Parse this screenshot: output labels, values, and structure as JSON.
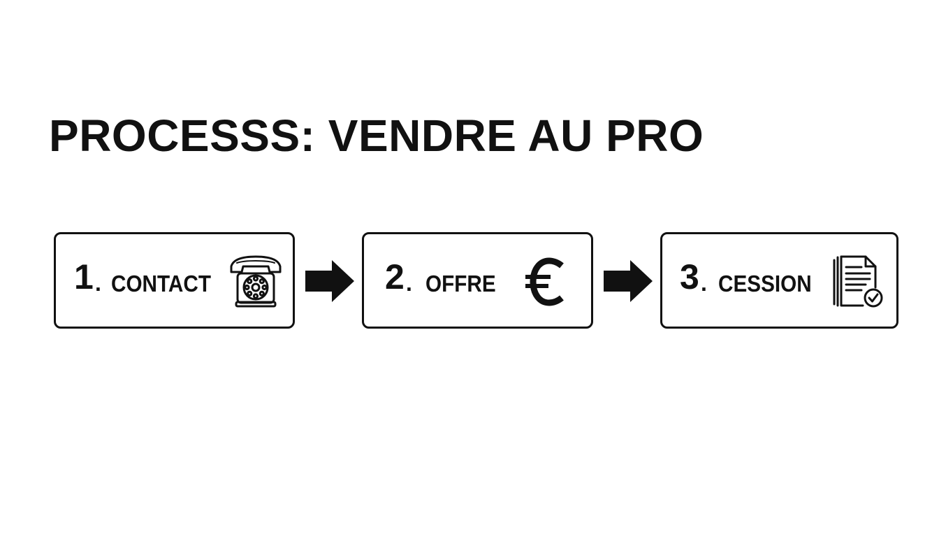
{
  "title": "PROCESSS: VENDRE AU PRO",
  "steps": [
    {
      "number": "1",
      "separator": ".",
      "label": "CONTACT",
      "icon": "rotary-phone-icon"
    },
    {
      "number": "2",
      "separator": ".",
      "label": "OFFRE",
      "icon": "euro-icon"
    },
    {
      "number": "3",
      "separator": ".",
      "label": "CESSION",
      "icon": "signed-document-icon"
    }
  ],
  "connectors": [
    "arrow-right-icon",
    "arrow-right-icon"
  ],
  "colors": {
    "ink": "#111111",
    "background": "#ffffff"
  }
}
